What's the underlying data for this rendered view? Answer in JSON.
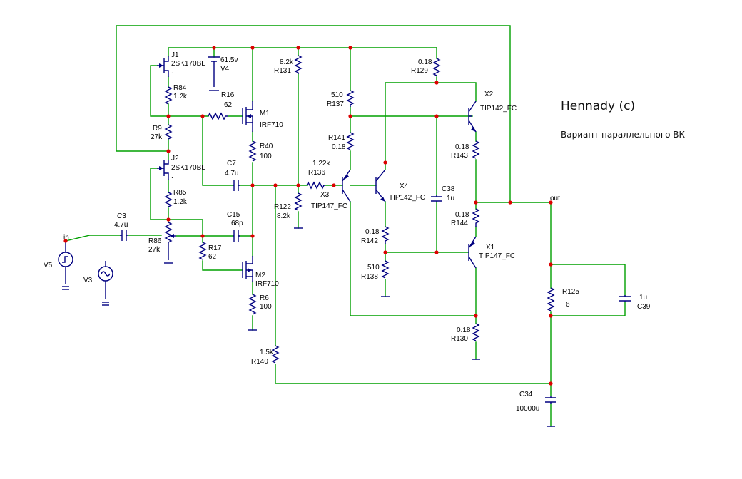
{
  "title": "Hennady (c)",
  "subtitle": "Вариант параллельного ВК",
  "components": {
    "J1": {
      "ref": "J1",
      "model": "2SK170BL"
    },
    "J2": {
      "ref": "J2",
      "model": "2SK170BL"
    },
    "V4": {
      "ref": "V4",
      "value": "61.5v"
    },
    "V5": {
      "ref": "V5"
    },
    "V3": {
      "ref": "V3"
    },
    "R84": {
      "ref": "R84",
      "value": "1.2k"
    },
    "R9": {
      "ref": "R9",
      "value": "27k"
    },
    "R85": {
      "ref": "R85",
      "value": "1.2k"
    },
    "R86": {
      "ref": "R86",
      "value": "27k"
    },
    "R16": {
      "ref": "R16",
      "value": "62"
    },
    "R17": {
      "ref": "R17",
      "value": "62"
    },
    "M1": {
      "ref": "M1",
      "model": "IRF710"
    },
    "M2": {
      "ref": "M2",
      "model": "IRF710"
    },
    "R40": {
      "ref": "R40",
      "value": "100"
    },
    "R6": {
      "ref": "R6",
      "value": "100"
    },
    "C3": {
      "ref": "C3",
      "value": "4.7u"
    },
    "C7": {
      "ref": "C7",
      "value": "4.7u"
    },
    "C15": {
      "ref": "C15",
      "value": "68p"
    },
    "R131": {
      "ref": "R131",
      "value": "8.2k"
    },
    "R122": {
      "ref": "R122",
      "value": "8.2k"
    },
    "R136": {
      "ref": "R136",
      "value": "1.22k"
    },
    "R140": {
      "ref": "R140",
      "value": "1.5k"
    },
    "R137": {
      "ref": "R137",
      "value": "510"
    },
    "R141": {
      "ref": "R141",
      "value": "0.18"
    },
    "R142": {
      "ref": "R142",
      "value": "0.18"
    },
    "R138": {
      "ref": "R138",
      "value": "510"
    },
    "X3": {
      "ref": "X3",
      "model": "TIP147_FC"
    },
    "X4": {
      "ref": "X4",
      "model": "TIP142_FC"
    },
    "C38": {
      "ref": "C38",
      "value": "1u"
    },
    "R129": {
      "ref": "R129",
      "value": "0.18"
    },
    "X2": {
      "ref": "X2",
      "model": "TIP142_FC"
    },
    "R143": {
      "ref": "R143",
      "value": "0.18"
    },
    "R144": {
      "ref": "R144",
      "value": "0.18"
    },
    "X1": {
      "ref": "X1",
      "model": "TIP147_FC"
    },
    "R130": {
      "ref": "R130",
      "value": "0.18"
    },
    "R125": {
      "ref": "R125",
      "value": "6"
    },
    "C39": {
      "ref": "C39",
      "value": "1u"
    },
    "C34": {
      "ref": "C34",
      "value": "10000u"
    }
  },
  "nets": {
    "in": "in",
    "out": "out"
  },
  "colors": {
    "wire": "#00a000",
    "component": "#000080",
    "junction": "#dd0000",
    "text": "#000000"
  }
}
